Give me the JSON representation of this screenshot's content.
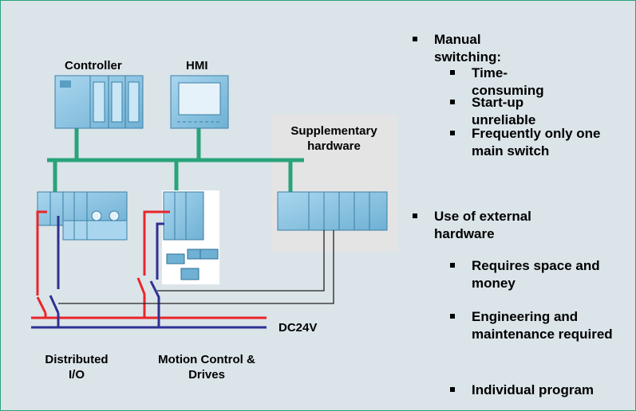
{
  "diagram": {
    "labels": {
      "controller": "Controller",
      "hmi": "HMI",
      "supplementary": "Supplementary hardware",
      "distributed_io": "Distributed I/O",
      "motion_control": "Motion Control & Drives",
      "dc24v": "DC24V"
    },
    "colors": {
      "bus": "#2aa37a",
      "supply_red": "#e8262b",
      "supply_blue": "#2e3192",
      "device": "#8ec4e0",
      "background": "#dbe4e9"
    }
  },
  "bullets": {
    "manual_switching": "Manual switching:",
    "time_consuming": "Time-consuming",
    "startup_unreliable": "Start-up unreliable",
    "frequently_one_switch": "Frequently only one main switch",
    "external_hardware": "Use of external hardware",
    "requires_space": "Requires space and money",
    "engineering": "Engineering and maintenance required",
    "individual_program": "Individual program"
  }
}
